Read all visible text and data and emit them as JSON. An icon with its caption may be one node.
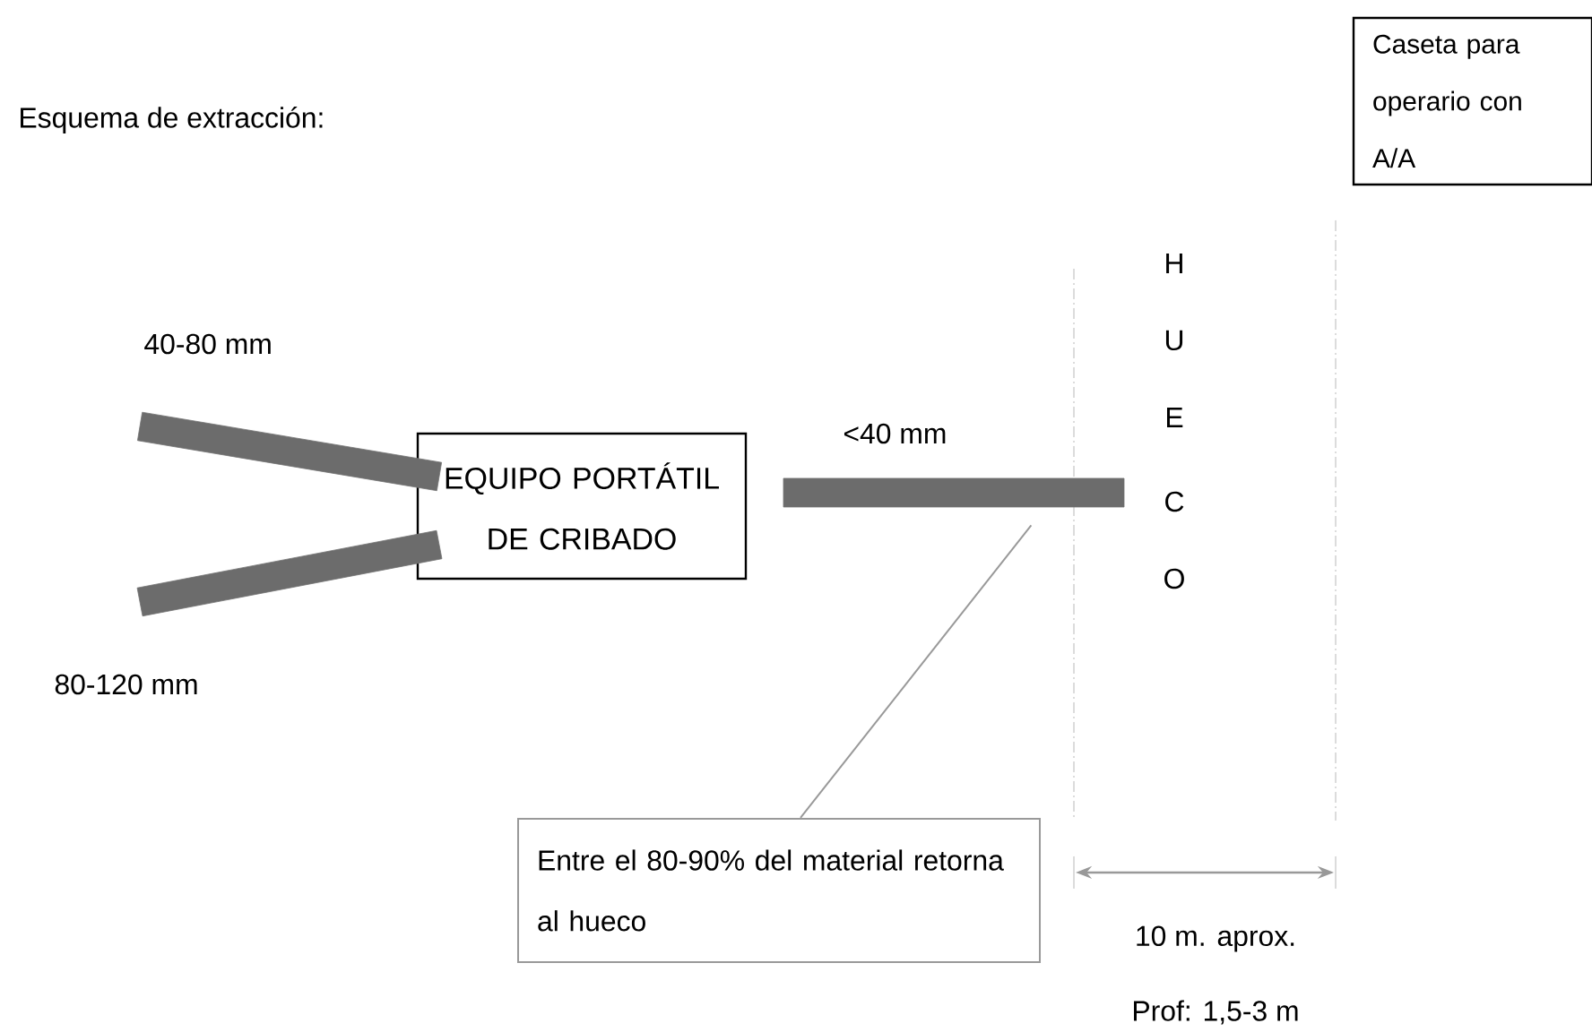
{
  "diagram": {
    "title": "Esquema de extracción:",
    "nodes": [
      {
        "text": [
          "Caseta para operario con A/A"
        ]
      },
      {
        "text": [
          "EQUIPO PORTÁTIL DE CRIBADO"
        ]
      },
      {
        "text": [
          "Entre el 80-90% del material retorna al hueco"
        ]
      },
      {
        "text": [],
        "shape": "bar",
        "beside": [
          "40-80 mm"
        ]
      },
      {
        "text": [],
        "shape": "bar",
        "beside": [
          "80-120 mm"
        ]
      },
      {
        "text": [],
        "shape": "bar",
        "beside": [
          "<40 mm"
        ]
      }
    ],
    "edges": [
      {
        "from": 2,
        "to": 5,
        "arrow": "none"
      }
    ],
    "labels": [
      "H",
      "U",
      "E",
      "C",
      "O",
      "10 m. aprox.",
      "Prof: 1,5-3 m"
    ]
  }
}
